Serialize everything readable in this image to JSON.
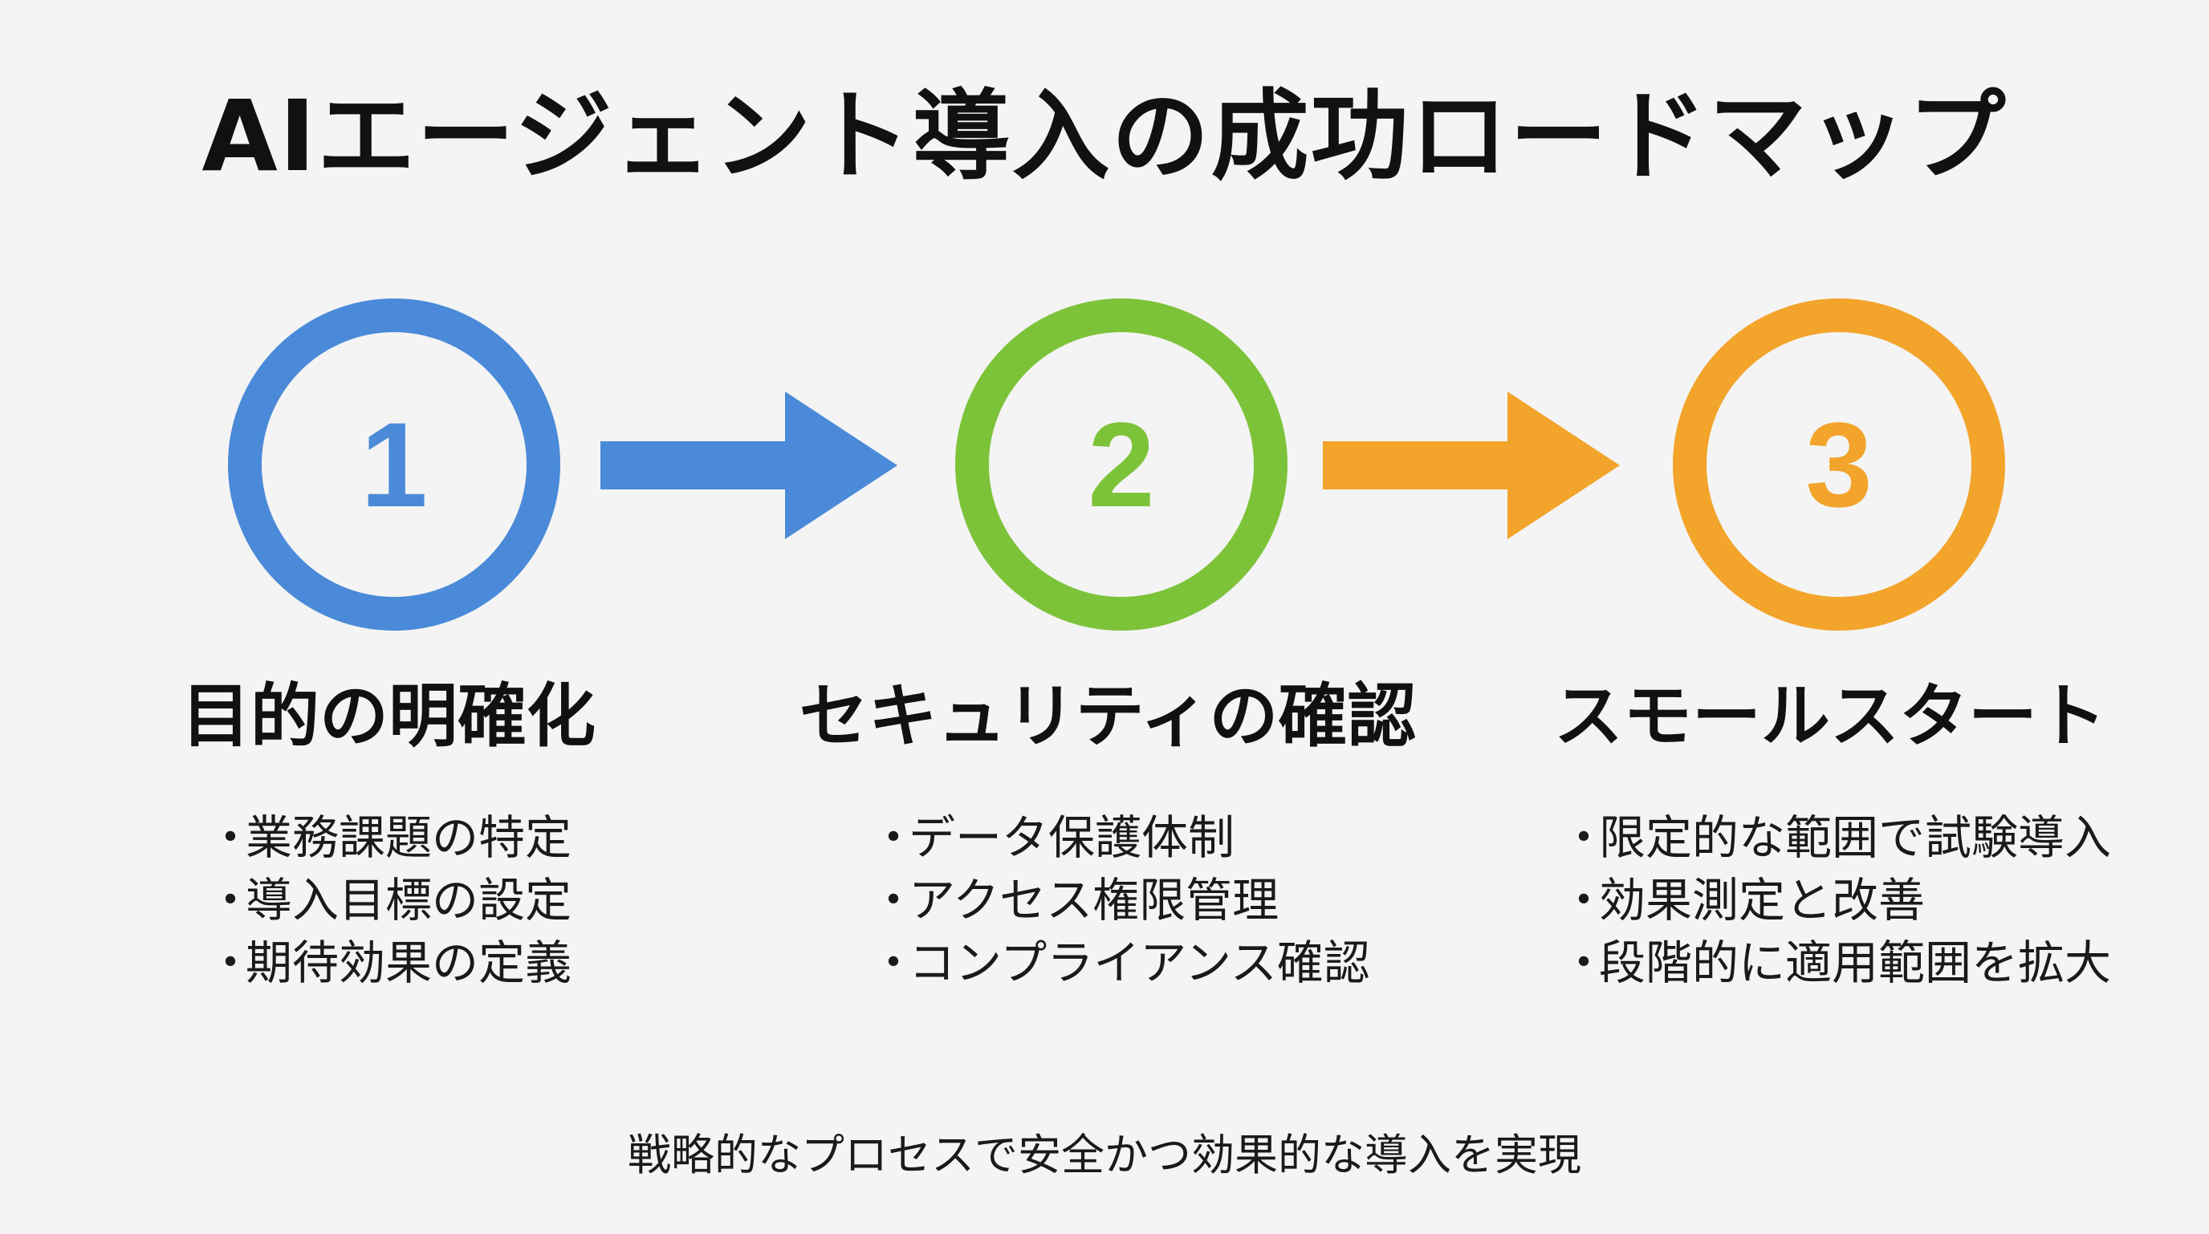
{
  "title": "AIエージェント導入の成功ロードマップ",
  "steps": [
    {
      "number": "1",
      "title": "目的の明確化",
      "color": "#4a8ad8",
      "bullet_marker": "・",
      "bullets": [
        "業務課題の特定",
        "導入目標の設定",
        "期待効果の定義"
      ]
    },
    {
      "number": "2",
      "title": "セキュリティの確認",
      "color": "#7dc33a",
      "bullet_marker": "・",
      "bullets": [
        "データ保護体制",
        "アクセス権限管理",
        "コンプライアンス確認"
      ]
    },
    {
      "number": "3",
      "title": "スモールスタート",
      "color": "#f2a42b",
      "bullet_marker": "・",
      "bullets": [
        "限定的な範囲で試験導入",
        "効果測定と改善",
        "段階的に適用範囲を拡大"
      ]
    }
  ],
  "arrows": [
    {
      "name": "arrow-1-to-2",
      "color": "#4a8ad8",
      "icon": "right-arrow-icon"
    },
    {
      "name": "arrow-2-to-3",
      "color": "#f2a42b",
      "icon": "right-arrow-icon"
    }
  ],
  "footer": "戦略的なプロセスで安全かつ効果的な導入を実現"
}
